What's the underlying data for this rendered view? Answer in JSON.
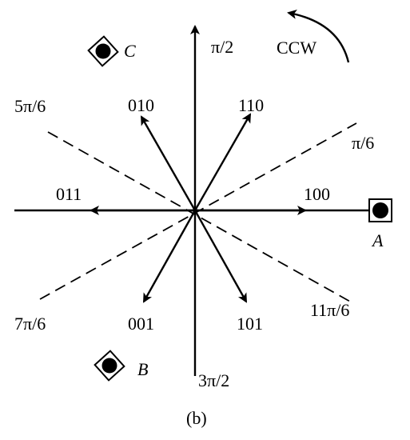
{
  "angles": {
    "pi_over_2": "π/2",
    "pi_over_6": "π/6",
    "five_pi_over_6": "5π/6",
    "seven_pi_over_6": "7π/6",
    "eleven_pi_over_6": "11π/6",
    "three_pi_over_2": "3π/2"
  },
  "rotation_label": "CCW",
  "vectors": {
    "v100": "100",
    "v110": "110",
    "v010": "010",
    "v011": "011",
    "v001": "001",
    "v101": "101"
  },
  "points": {
    "a": "A",
    "b": "B",
    "c": "C"
  },
  "caption": "(b)"
}
